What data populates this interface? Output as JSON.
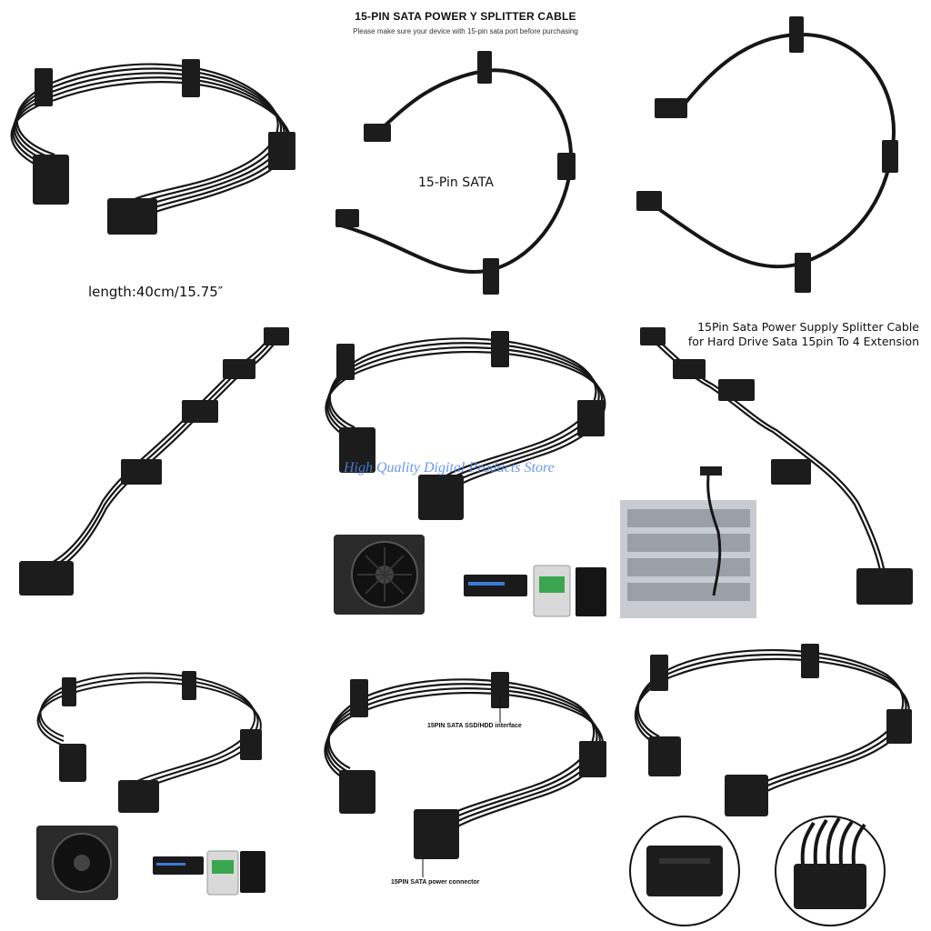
{
  "header": {
    "title": "15-PIN SATA POWER Y SPLITTER CABLE",
    "subtitle": "Please make sure your device with 15-pin sata port before purchasing"
  },
  "labels": {
    "length": "length:40cm/15.75″",
    "connector": "15-Pin SATA",
    "description_line1": "15Pin Sata Power Supply Splitter Cable",
    "description_line2": "for Hard Drive Sata 15pin To 4 Extension",
    "watermark": "High Quality Digital Products Store",
    "ssd_interface": "15PIN SATA SSD/HDD interface",
    "power_connector": "15PIN SATA power connector"
  },
  "colors": {
    "cable": "#161616",
    "connector": "#1c1c1c",
    "watermark": "#4f86e8",
    "background": "#ffffff"
  },
  "panels": [
    "cable-bundle-top-left",
    "cable-loop-top-center",
    "cable-loop-top-right",
    "cable-straight-mid-left",
    "cable-bundle-mid-center",
    "cable-straight-mid-right",
    "cable-bundle-bottom-left",
    "cable-bundle-bottom-center",
    "cable-bundle-bottom-right"
  ]
}
